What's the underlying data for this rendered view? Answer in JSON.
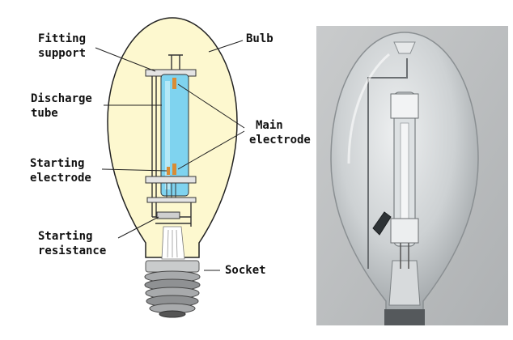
{
  "labels": {
    "fitting_support": [
      "Fitting",
      "support"
    ],
    "bulb": "Bulb",
    "discharge_tube": [
      "Discharge",
      "tube"
    ],
    "main_electrode": [
      "Main",
      "electrode"
    ],
    "starting_electrode": [
      "Starting",
      "electrode"
    ],
    "starting_resistance": [
      "Starting",
      "resistance"
    ],
    "socket": "Socket"
  },
  "colors": {
    "bulb_fill": "#fdf8cf",
    "tube_fill": "#7fd3ef",
    "electrode": "#d98b34",
    "socket_metal": "#9a9c9e",
    "photo_background": "#b9bcbe"
  }
}
